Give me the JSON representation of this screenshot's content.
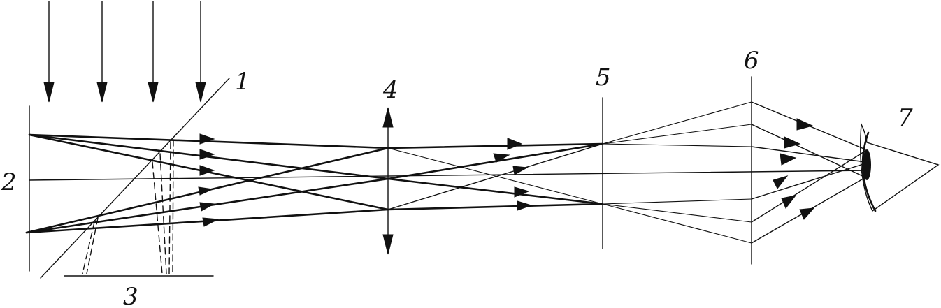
{
  "labels": {
    "mirror": "1",
    "object": "2",
    "lower_mirror": "3",
    "lens": "4",
    "image_plane": "5",
    "eyepiece": "6",
    "eye": "7"
  }
}
